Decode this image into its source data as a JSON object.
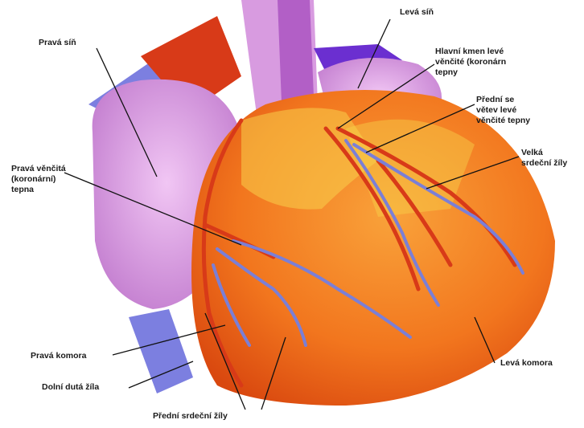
{
  "labels": {
    "leva_sin": "Levá síň",
    "prava_sin": "Pravá síň",
    "hlavni_kmen": [
      "Hlavní kmen levé",
      "věnčité (koronárn",
      "tepny"
    ],
    "predni_sestupna": [
      "Přední se",
      "větev levé",
      "věnčité tepny"
    ],
    "velka_srdecni": [
      "Velká",
      "srdeční žíly"
    ],
    "prava_vencita": [
      "Pravá věnčitá",
      "(koronární)",
      "tepna"
    ],
    "prava_komora": "Pravá komora",
    "dolni_duta": "Dolní dutá žíla",
    "predni_srdecni": "Přední srdeční žíly",
    "leva_komora": "Levá komora"
  },
  "colors": {
    "myocardium": "#f2761e",
    "atrium": "#d99ae0",
    "vein": "#7b7fd6",
    "artery": "#d83a18",
    "fat": "#f7d04a"
  }
}
